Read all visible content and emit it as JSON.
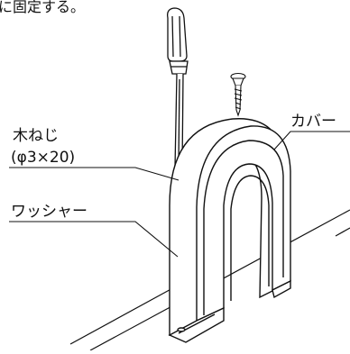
{
  "heading_fragment": "に固定する。",
  "labels": {
    "wood_screw": "木ねじ",
    "wood_screw_spec": "(φ3×20)",
    "washer": "ワッシャー",
    "cover": "カバー"
  }
}
